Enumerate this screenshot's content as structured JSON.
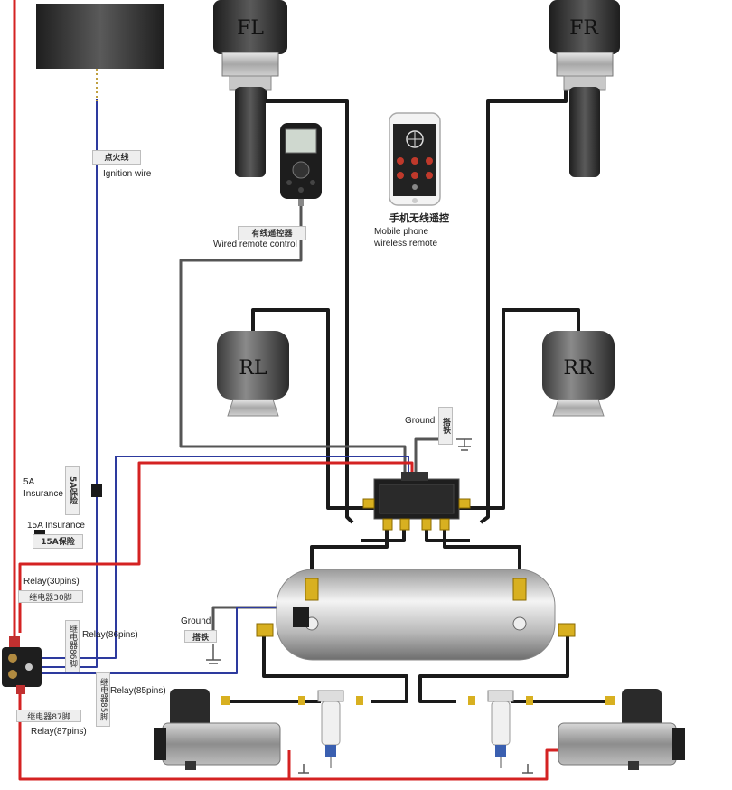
{
  "airbags": {
    "fl": "FL",
    "fr": "FR",
    "rl": "RL",
    "rr": "RR"
  },
  "labels": {
    "ignition_cn": "点火线",
    "ignition_en": "Ignition wire",
    "wired_remote_cn": "有线遥控器",
    "wired_remote_en": "Wired remote control",
    "mobile_cn": "手机无线遥控",
    "mobile_en_1": "Mobile phone",
    "mobile_en_2": "wireless remote",
    "ground_top_en": "Ground",
    "ground_top_cn": "搭铁",
    "ground_mid_en": "Ground",
    "ground_mid_cn": "搭铁",
    "insurance_5a_en_1": "5A",
    "insurance_5a_en_2": "Insurance",
    "insurance_5a_cn": "5A保险",
    "insurance_15a_en": "15A Insurance",
    "insurance_15a_cn": "15A保险",
    "relay30_en": "Relay(30pins)",
    "relay30_cn": "继电器30脚",
    "relay86_en": "Relay(86pins)",
    "relay86_cn": "继电器86脚",
    "relay85_en": "Relay(85pins)",
    "relay85_cn": "继电器85脚",
    "relay87_en": "Relay(87pins)",
    "relay87_cn": "继电器87脚"
  },
  "colors": {
    "power_wire": "#d42222",
    "signal_wire": "#2d3a9e",
    "air_line": "#1a1a1a",
    "control_wire": "#555555",
    "fitting": "#d8b020"
  }
}
